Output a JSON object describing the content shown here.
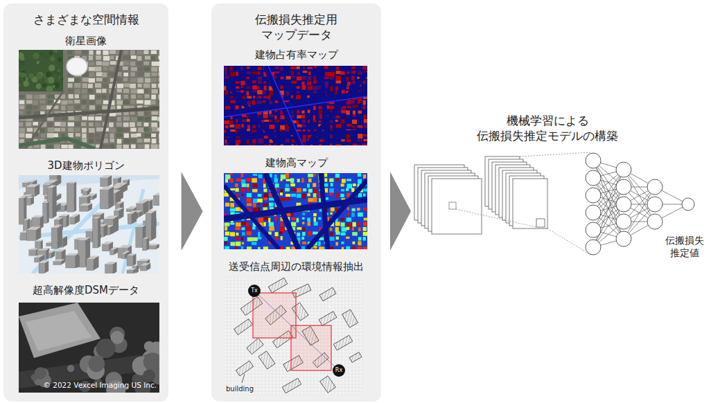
{
  "diagram": {
    "nodes": [
      {
        "text": [
          "さまざまな空間情報"
        ]
      },
      {
        "text": [
          "伝搬損失推定用 マップデータ"
        ]
      }
    ],
    "edges": [
      {
        "from": 0,
        "to": 1,
        "arrow": "to"
      }
    ],
    "labels": [
      "衛星画像",
      "3D建物ポリゴン",
      "超高解像度DSMデータ",
      "© 2022 Vexcel Imaging US Inc.",
      "建物占有率マップ",
      "建物高マップ",
      "送受信点周辺の環境情報抽出",
      "Tx",
      "Rx",
      "building",
      "機械学習による 伝搬損失推定モデルの構築",
      "伝搬損失 推定値"
    ]
  }
}
